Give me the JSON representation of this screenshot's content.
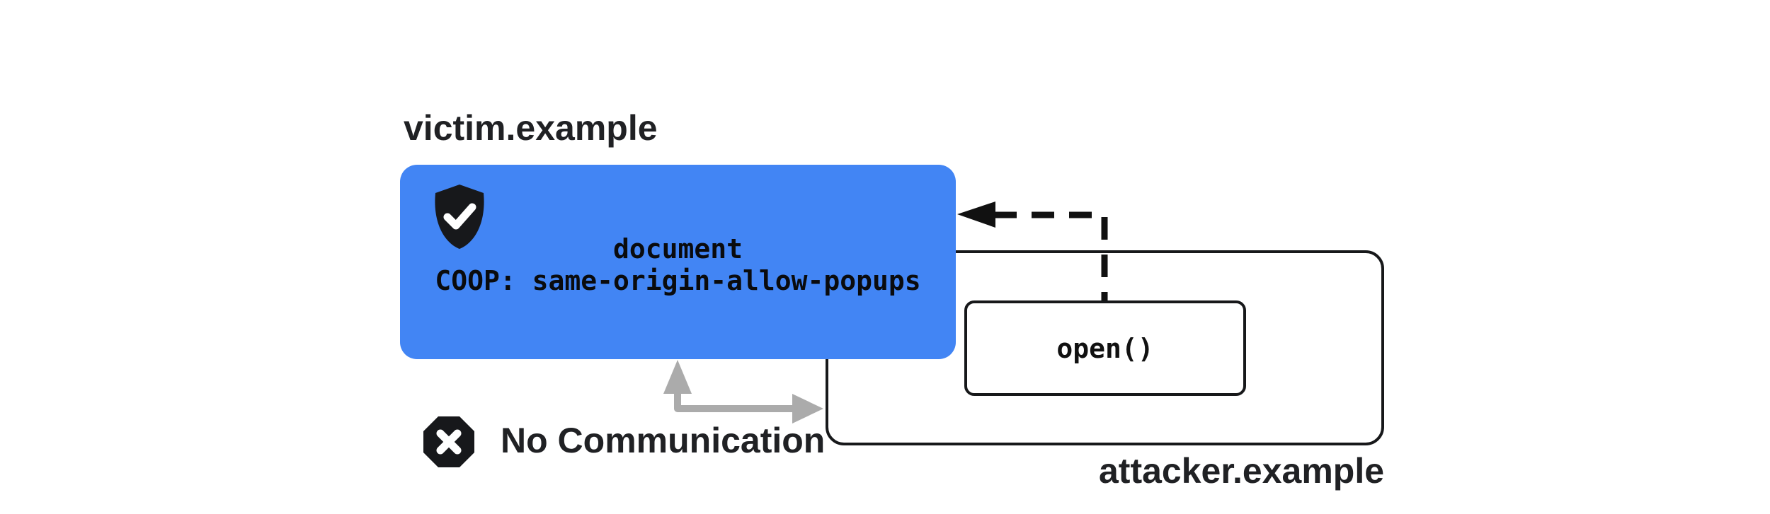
{
  "diagram": {
    "title_context": "COOP same-origin-allow-popups diagram",
    "background": "#ffffff",
    "text_color": "#202124",
    "victim": {
      "domain_label": "victim.example",
      "box_color": "#4285F4",
      "box_line1": "document",
      "box_line2": "COOP: same-origin-allow-popups",
      "shield_icon": "shield-check-icon",
      "shield_color": "#17181b",
      "shield_check_color": "#ffffff"
    },
    "attacker": {
      "domain_label": "attacker.example",
      "popup_call": "open()",
      "border_color": "#17181a"
    },
    "blocked": {
      "label": "No Communication",
      "icon": "x-octagon-icon",
      "icon_color": "#17181b"
    },
    "arrows": {
      "opener_arrow": "dashed-open-popup-arrow",
      "opener_arrow_color": "#111111",
      "blocked_arrow": "gray-blocked-communication-arrow",
      "blocked_arrow_color": "#ABABAB"
    }
  }
}
